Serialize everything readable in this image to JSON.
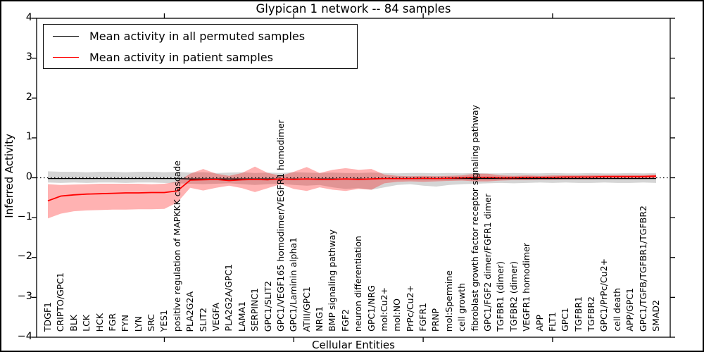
{
  "chart_data": {
    "type": "line",
    "title": "Glypican 1 network -- 84 samples",
    "xlabel": "Cellular Entities",
    "ylabel": "Inferred Activity",
    "ylim": [
      -4,
      4
    ],
    "yticks": [
      {
        "label": "4",
        "v": 4
      },
      {
        "label": "3",
        "v": 3
      },
      {
        "label": "2",
        "v": 2
      },
      {
        "label": "1",
        "v": 1
      },
      {
        "label": "0",
        "v": 0
      },
      {
        "label": "−1",
        "v": -1
      },
      {
        "label": "−2",
        "v": -2
      },
      {
        "label": "−3",
        "v": -3
      },
      {
        "label": "−4",
        "v": -4
      }
    ],
    "grid": false,
    "zero_reference_line": "dotted",
    "legend_position": "upper left",
    "categories": [
      "TDGF1",
      "CRIPTO/GPC1",
      "BLK",
      "LCK",
      "HCK",
      "FGR",
      "FYN",
      "LYN",
      "SRC",
      "YES1",
      "positive regulation of MAPKKK cascade",
      "PLA2G2A",
      "SLIT2",
      "VEGFA",
      "PLA2G2A/GPC1",
      "LAMA1",
      "SERPINC1",
      "GPC1/SLIT2",
      "GPC1/VEGF165 homodimer/VEGFR1 homodimer",
      "GPC1/Laminin alpha1",
      "ATIII/GPC1",
      "NRG1",
      "BMP signaling pathway",
      "FGF2",
      "neuron differentiation",
      "GPC1/NRG",
      "mol:Cu2+",
      "mol:NO",
      "PrPc/Cu2+",
      "FGFR1",
      "PRNP",
      "mol:Spermine",
      "cell growth",
      "fibroblast growth factor receptor signaling pathway",
      "GPC1/FGF2 dimer/FGFR1 dimer",
      "TGFBR1 (dimer)",
      "TGFBR2 (dimer)",
      "VEGFR1 homodimer",
      "APP",
      "FLT1",
      "GPC1",
      "TGFBR1",
      "TGFBR2",
      "GPC1/PrPc/Cu2+",
      "cell death",
      "APP/GPC1",
      "GPC1/TGFB/TGFBR1/TGFBR2",
      "SMAD2"
    ],
    "series": [
      {
        "name": "Mean activity in all permuted samples",
        "color": "#000000",
        "band_color": "#888888",
        "values": [
          -0.02,
          -0.02,
          -0.02,
          -0.02,
          -0.02,
          -0.02,
          -0.02,
          -0.02,
          -0.02,
          -0.02,
          -0.02,
          -0.03,
          -0.03,
          -0.03,
          -0.03,
          -0.03,
          -0.03,
          -0.03,
          -0.03,
          -0.03,
          -0.03,
          -0.03,
          -0.03,
          -0.03,
          -0.03,
          -0.03,
          -0.02,
          -0.02,
          -0.02,
          -0.02,
          -0.02,
          -0.02,
          -0.02,
          -0.02,
          -0.02,
          -0.02,
          -0.02,
          -0.02,
          -0.02,
          -0.02,
          -0.02,
          -0.02,
          -0.02,
          -0.02,
          -0.02,
          -0.02,
          -0.02,
          -0.02
        ],
        "band_upper": [
          0.16,
          0.15,
          0.15,
          0.14,
          0.15,
          0.15,
          0.14,
          0.15,
          0.15,
          0.14,
          0.15,
          0.13,
          0.14,
          0.12,
          0.13,
          0.14,
          0.12,
          0.13,
          0.12,
          0.14,
          0.13,
          0.12,
          0.13,
          0.12,
          0.12,
          0.13,
          0.12,
          0.11,
          0.12,
          0.12,
          0.11,
          0.12,
          0.11,
          0.12,
          0.11,
          0.11,
          0.12,
          0.11,
          0.11,
          0.12,
          0.11,
          0.11,
          0.12,
          0.11,
          0.11,
          0.12,
          0.11,
          0.12
        ],
        "band_lower": [
          -0.12,
          -0.13,
          -0.12,
          -0.13,
          -0.12,
          -0.12,
          -0.13,
          -0.12,
          -0.12,
          -0.13,
          -0.14,
          -0.15,
          -0.16,
          -0.15,
          -0.14,
          -0.16,
          -0.18,
          -0.16,
          -0.15,
          -0.18,
          -0.2,
          -0.18,
          -0.24,
          -0.28,
          -0.26,
          -0.3,
          -0.24,
          -0.18,
          -0.16,
          -0.2,
          -0.22,
          -0.18,
          -0.16,
          -0.15,
          -0.14,
          -0.13,
          -0.14,
          -0.13,
          -0.12,
          -0.13,
          -0.12,
          -0.13,
          -0.13,
          -0.12,
          -0.13,
          -0.13,
          -0.12,
          -0.13
        ]
      },
      {
        "name": "Mean activity in patient samples",
        "color": "#ff0000",
        "band_color": "#ff0000",
        "values": [
          -0.58,
          -0.46,
          -0.43,
          -0.41,
          -0.4,
          -0.39,
          -0.38,
          -0.38,
          -0.37,
          -0.37,
          -0.33,
          -0.06,
          -0.05,
          -0.04,
          -0.07,
          -0.05,
          -0.04,
          -0.05,
          -0.03,
          -0.04,
          -0.03,
          -0.04,
          -0.04,
          -0.03,
          -0.04,
          -0.03,
          -0.02,
          -0.02,
          -0.02,
          -0.01,
          -0.02,
          -0.01,
          0.0,
          0.01,
          0.01,
          0.0,
          0.0,
          0.01,
          0.01,
          0.01,
          0.02,
          0.02,
          0.02,
          0.03,
          0.03,
          0.03,
          0.03,
          0.04
        ],
        "band_upper": [
          -0.16,
          -0.18,
          -0.17,
          -0.16,
          -0.15,
          -0.15,
          -0.15,
          -0.15,
          -0.16,
          -0.15,
          -0.1,
          0.1,
          0.22,
          0.1,
          0.05,
          0.12,
          0.28,
          0.12,
          0.05,
          0.15,
          0.27,
          0.12,
          0.2,
          0.24,
          0.2,
          0.22,
          0.08,
          0.05,
          0.04,
          0.05,
          0.04,
          0.05,
          0.06,
          0.1,
          0.1,
          0.06,
          0.05,
          0.06,
          0.05,
          0.06,
          0.06,
          0.06,
          0.07,
          0.07,
          0.07,
          0.07,
          0.07,
          0.08
        ],
        "band_lower": [
          -1.02,
          -0.9,
          -0.84,
          -0.82,
          -0.81,
          -0.8,
          -0.8,
          -0.79,
          -0.79,
          -0.78,
          -0.62,
          -0.25,
          -0.32,
          -0.25,
          -0.2,
          -0.26,
          -0.36,
          -0.26,
          -0.16,
          -0.28,
          -0.33,
          -0.24,
          -0.3,
          -0.33,
          -0.28,
          -0.3,
          -0.14,
          -0.1,
          -0.09,
          -0.1,
          -0.09,
          -0.08,
          -0.07,
          -0.09,
          -0.09,
          -0.07,
          -0.06,
          -0.06,
          -0.05,
          -0.05,
          -0.04,
          -0.04,
          -0.04,
          -0.03,
          -0.03,
          -0.03,
          -0.03,
          -0.02
        ]
      }
    ]
  }
}
